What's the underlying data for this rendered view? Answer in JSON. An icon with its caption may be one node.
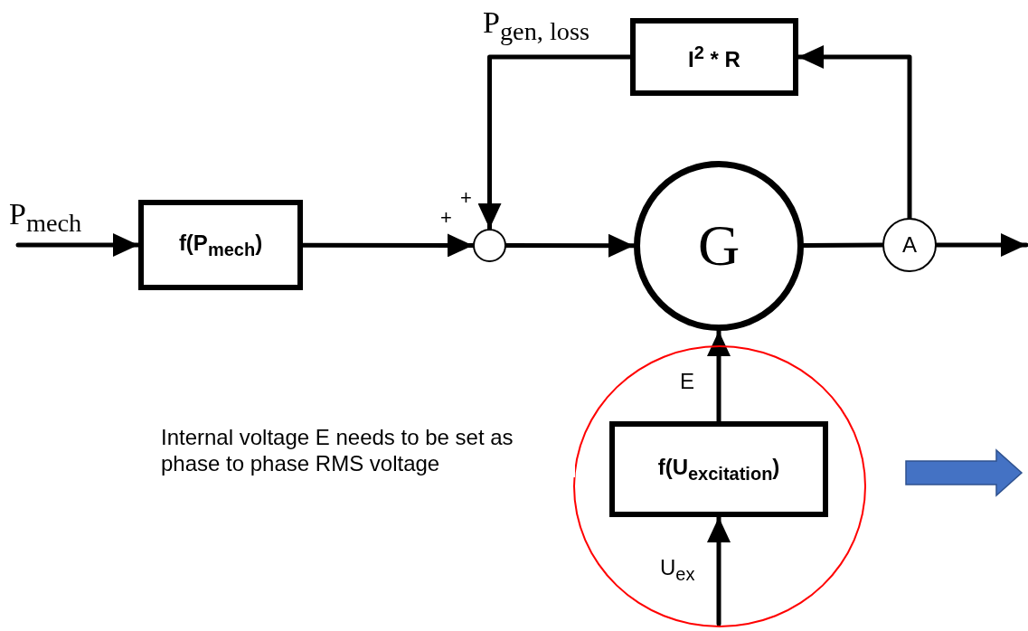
{
  "diagram": {
    "nodes": [
      {
        "text": [
          "f(P$_{mech}$)"
        ]
      },
      {
        "text": [],
        "shape": "circle"
      },
      {
        "text": [
          "G"
        ]
      },
      {
        "text": [
          "A"
        ]
      },
      {
        "text": [
          "I$^{2}$ * R"
        ]
      },
      {
        "text": [],
        "shape": "circle"
      },
      {
        "text": [
          "f(U$_{excitation}$)"
        ],
        "in": 5
      }
    ],
    "edges": [
      {
        "from": null,
        "to": 0,
        "arrow": "to",
        "label": "P$_{mech}$"
      },
      {
        "from": 0,
        "to": 1,
        "arrow": "to"
      },
      {
        "from": 4,
        "to": 1,
        "arrow": "to",
        "label": "P$_{gen, loss}$"
      },
      {
        "from": 1,
        "to": 2,
        "arrow": "to"
      },
      {
        "from": 2,
        "to": 3,
        "arrow": "none"
      },
      {
        "from": 3,
        "to": null,
        "arrow": "to"
      },
      {
        "from": 3,
        "to": 4,
        "arrow": "to"
      },
      {
        "from": 6,
        "to": 2,
        "arrow": "to",
        "label": "E"
      },
      {
        "from": null,
        "to": 6,
        "arrow": "to",
        "label": "U$_{ex}$"
      }
    ],
    "labels": [
      "+",
      "+",
      "Internal voltage E needs to be set as phase to phase RMS voltage"
    ]
  }
}
